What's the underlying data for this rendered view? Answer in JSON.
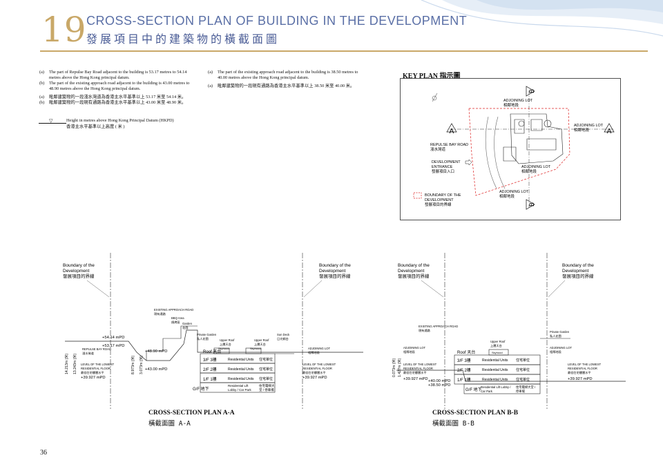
{
  "header": {
    "section_number": "19",
    "title_en": "CROSS-SECTION PLAN OF BUILDING IN THE DEVELOPMENT",
    "title_zh": "發展項目中的建築物的橫截面圖"
  },
  "notes_left": [
    {
      "label": "(a)",
      "text": "The part of Repulse Bay Road adjacent to the building is 53.17 metres to 54.14 metres above the Hong Kong principal datum."
    },
    {
      "label": "(b)",
      "text": "The part of the existing approach road adjacent to the building is 43.00 metres to 48.90 metres above the Hong Kong principal datum."
    },
    {
      "label": "(a)",
      "text": "毗鄰建築物的一段淺水灣道為香港主水平基準以上 53.17 米至 54.14 米。"
    },
    {
      "label": "(b)",
      "text": "毗鄰建築物的一段現有通路為香港主水平基準以上 43.00 米至 48.90 米。"
    }
  ],
  "notes_right": [
    {
      "label": "(a)",
      "text": "The part of the existing approach road adjacent to the building is 38.50 metres to 40.00 metres above the Hong Kong principal datum."
    },
    {
      "label": "(a)",
      "text": "毗鄰建築物的一段現有通路為香港主水平基準以上 38.50 米至 40.00 米。"
    }
  ],
  "legend": {
    "symbol": "▽",
    "text_en": "Height in metres above Hong Kong Principal Datum (HKPD)",
    "text_zh": "香港主水平基準以上高度 ( 米 )"
  },
  "key_plan": {
    "title": "KEY PLAN 指示圖",
    "adjoining_lot": "ADJOINING LOT",
    "adjoining_lot_zh": "相鄰地段",
    "repulse_bay_road": "REPULSE BAY ROAD",
    "repulse_bay_road_zh": "淺水灣道",
    "development_entrance": "DEVELOPMENT",
    "development_entrance_2": "ENTRANCE",
    "development_entrance_zh": "發展項目入口",
    "boundary": "BOUNDARY OF THE",
    "boundary_2": "DEVELOPMENT",
    "boundary_zh": "發展項目的界線",
    "section_a": "A",
    "section_b": "B"
  },
  "boundary_label": {
    "en1": "Boundary of the",
    "en2": "Development",
    "zh": "發展項目的界線"
  },
  "plan_a": {
    "levels": {
      "l1": "+54.14 mPD",
      "l2": "+53.17 mPD",
      "l3": "+48.90 mPD",
      "l4": "+43.00 mPD",
      "l5": "+39.927 mPD",
      "l6": "+39.927 mPD"
    },
    "dims": {
      "d1": "14.213m (米)",
      "d2": "13.243m (米)",
      "d3": "8.973m (米)",
      "d4": "3.073m (米)"
    },
    "road_en": "REPULSE BAY ROAD",
    "road_zh": "淺水灣道",
    "lowest_en1": "LEVEL OF THE LOWEST",
    "lowest_en2": "RESIDENTIAL FLOOR",
    "lowest_zh": "最低住宅樓層水平",
    "approach_en": "EXISTING APPROACH ROAD",
    "approach_zh": "現有通路",
    "bbq_en": "BBQ Area",
    "bbq_zh": "燒烤區",
    "garden_en": "Garden",
    "garden_zh": "花園",
    "private_garden_en": "Private Garden",
    "private_garden_zh": "私人花園",
    "upper_roof_en": "Upper Roof",
    "upper_roof_zh": "上層天台",
    "skyhood": "Skyhood",
    "skyhood_zh": "天幕",
    "sun_deck_en": "Sun Deck",
    "sun_deck_zh": "日光躺台",
    "roof": "Roof 天台",
    "floor3": "3/F 3樓",
    "floor2": "2/F 2樓",
    "floor1": "1/F 1樓",
    "floorg": "G/F 地下",
    "resi_en": "Residential Units",
    "resi_zh": "住宅單位",
    "lobby_en1": "Residential Lift",
    "lobby_en2": "Lobby / Car Park",
    "lobby_zh1": "住宅電梯大",
    "lobby_zh2": "堂 / 停車場",
    "adj_en": "ADJOINING LOT",
    "adj_zh": "相鄰地段",
    "caption": "CROSS-SECTION PLAN A-A",
    "caption_zh": "橫截面圖 A-A"
  },
  "plan_b": {
    "levels": {
      "l1": "+39.927 mPD",
      "l2": "+40.00 mPD",
      "l3": "+38.50 mPD",
      "l4": "+39.927 mPD"
    },
    "dims": {
      "d1": "0.073m (米)",
      "d2": "1.427m (米)"
    },
    "approach_en": "EXISTING APPROACH ROAD",
    "approach_zh": "現有通路",
    "adj_en": "ADJOINING LOT",
    "adj_zh": "相鄰地段",
    "lowest_en1": "LEVEL OF THE LOWEST",
    "lowest_en2": "RESIDENTIAL FLOOR",
    "lowest_zh": "最低住宅樓層水平",
    "upper_roof_en": "Upper Roof",
    "upper_roof_zh": "上層天台",
    "skyhood": "Skyhood",
    "skyhood_zh": "天幕",
    "private_garden_en": "Private Garden",
    "private_garden_zh": "私人花園",
    "roof": "Roof 天台",
    "floor3": "3/F 3樓",
    "floor2": "2/F 2樓",
    "floor1": "1/F 1樓",
    "floorg": "G/F 地下",
    "resi_en": "Residential Units",
    "resi_zh": "住宅單位",
    "lobby_en1": "Residential Lift Lobby /",
    "lobby_en2": "Car Park",
    "lobby_zh1": "住宅電梯大堂 /",
    "lobby_zh2": "停車場",
    "caption": "CROSS-SECTION PLAN B-B",
    "caption_zh": "橫截面圖 B-B"
  },
  "page_number": "36"
}
